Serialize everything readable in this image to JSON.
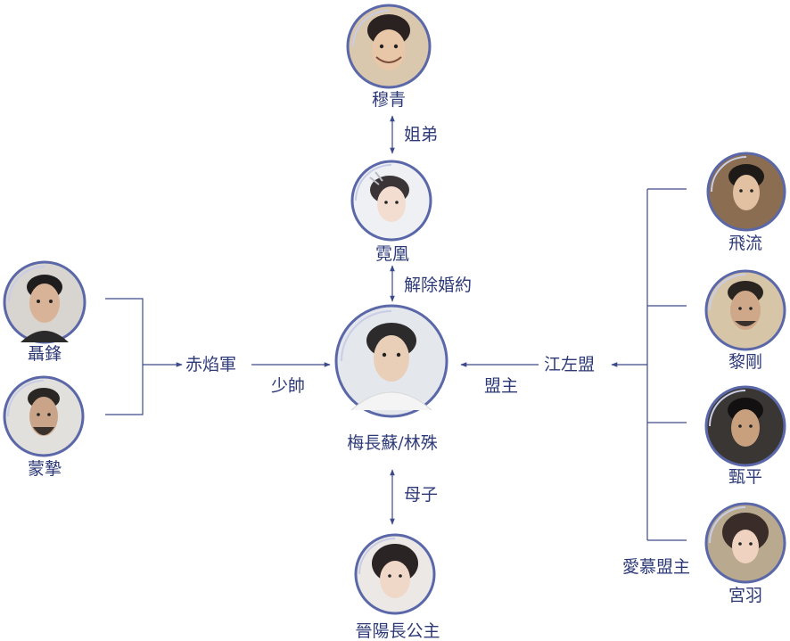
{
  "colors": {
    "line": "#3d4a8a",
    "text": "#2e3a78",
    "ring": "#5a67a8",
    "ring_light": "#c9cde6"
  },
  "people": {
    "mu_qing": "穆青",
    "nihuang": "霓凰",
    "protagonist": "梅長蘇/林殊",
    "princess": "晉陽長公主",
    "nie_feng": "聶鋒",
    "meng_zhi": "蒙摯",
    "fei_liu": "飛流",
    "li_gang": "黎剛",
    "zhen_ping": "甄平",
    "gong_yu": "宮羽"
  },
  "groups": {
    "chiyan": "赤焰軍",
    "jiangzuo": "江左盟"
  },
  "relations": {
    "siblings": "姐弟",
    "engagement": "解除婚約",
    "young_marshal": "少帥",
    "leader": "盟主",
    "mother_son": "母子",
    "admire": "愛慕盟主"
  }
}
